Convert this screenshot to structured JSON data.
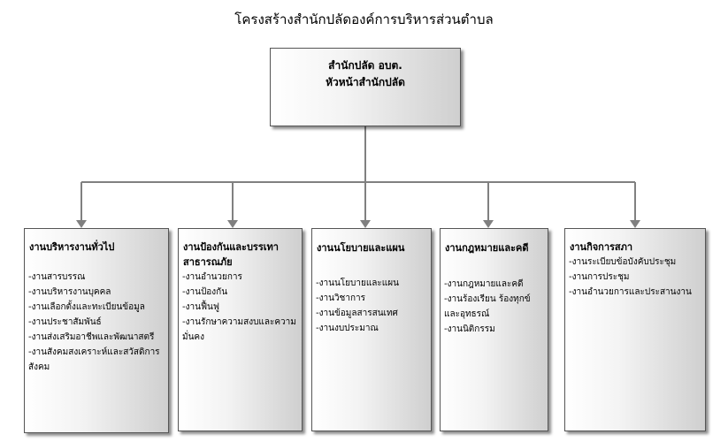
{
  "title": "โครงสร้างสำนักปลัดองค์การบริหารส่วนตำบล",
  "top": {
    "line1": "สำนักปลัด อบต.",
    "line2": "หัวหน้าสำนักปลัด"
  },
  "units": [
    {
      "title": "งานบริหารงานทั่วไป",
      "items": [
        "-งานสารบรรณ",
        "-งานบริหารงานบุคคล",
        "-งานเลือกตั้งและทะเบียนข้อมูล",
        "-งานประชาสัมพันธ์",
        "-งานส่งเสริมอาชีพและพัฒนาสตรี",
        "-งานสังคมสงเคราะห์และสวัสดิการสังคม"
      ]
    },
    {
      "title": "งานป้องกันและบรรเทาสาธารณภัย",
      "items": [
        "-งานอำนวยการ",
        "-งานป้องกัน",
        "-งานฟื้นฟู",
        "-งานรักษาความสงบและความมั่นคง"
      ]
    },
    {
      "title": "งานนโยบายและแผน",
      "items": [
        "-งานนโยบายและแผน",
        "-งานวิชาการ",
        "-งานข้อมูลสารสนเทศ",
        "-งานงบประมาณ"
      ]
    },
    {
      "title": "งานกฎหมายและคดี",
      "items": [
        "-งานกฎหมายและคดี",
        "-งานร้องเรียน ร้องทุกข์และอุทธรณ์",
        "-งานนิติกรรม"
      ]
    },
    {
      "title": "งานกิจการสภา",
      "items": [
        "-งานระเบียบข้อบังคับประชุม",
        "-งานการประชุม",
        "-งานอำนวยการและประสานงาน"
      ]
    }
  ],
  "colors": {
    "line": "#808080",
    "border": "#555555"
  }
}
